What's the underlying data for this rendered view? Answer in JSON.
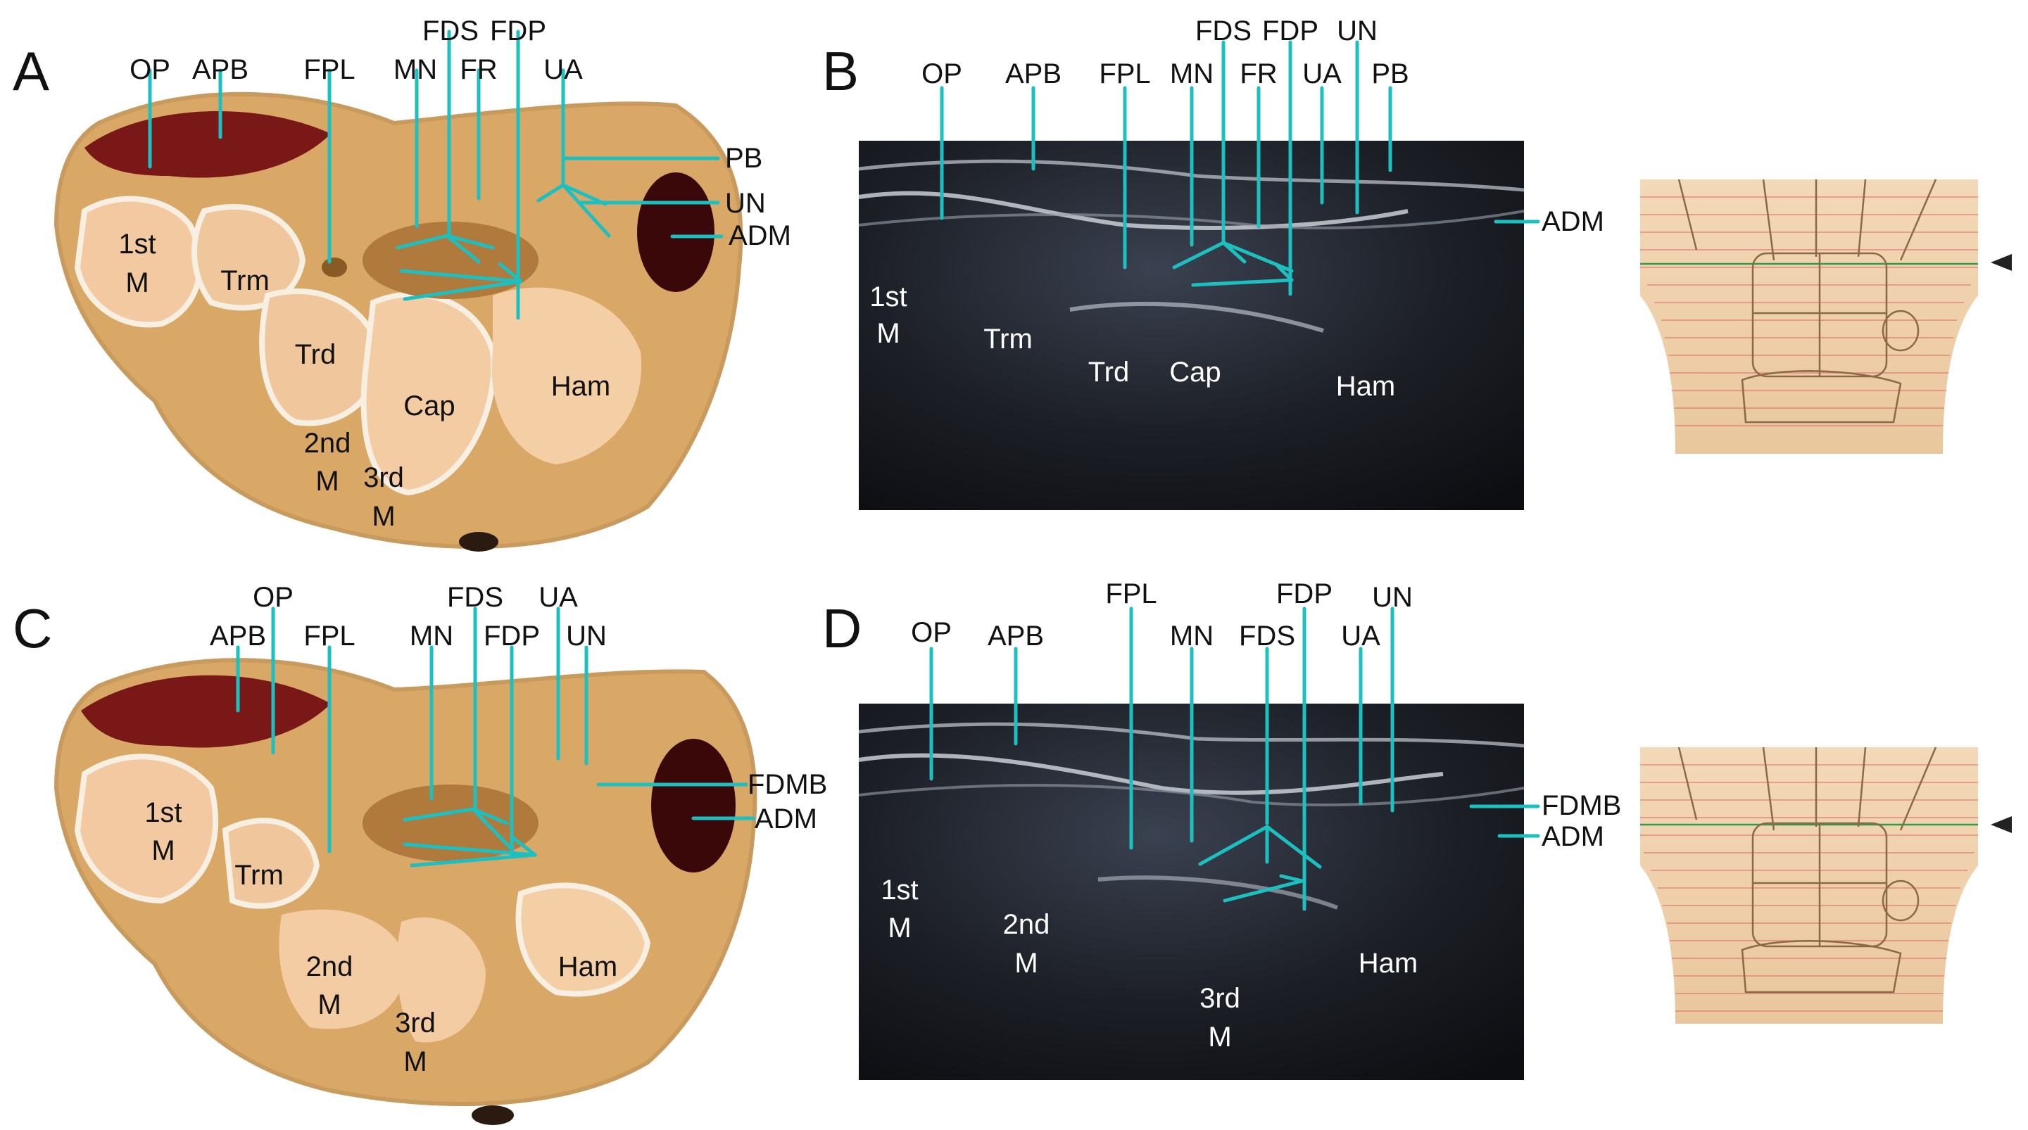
{
  "colors": {
    "leader": "#1cc0c0",
    "ultrasound_bg": "#15171c",
    "cadaver_tissue": "#e6c07a",
    "cadaver_bone": "#f2c9a0",
    "cadaver_muscle": "#7a1818",
    "text": "#111111"
  },
  "panels": {
    "A": {
      "letter": "A",
      "top_labels": {
        "op": "OP",
        "apb": "APB",
        "fpl": "FPL",
        "mn": "MN",
        "fds": "FDS",
        "fr": "FR",
        "fdp": "FDP",
        "ua": "UA"
      },
      "side_labels": {
        "pb": "PB",
        "un": "UN",
        "adm": "ADM"
      },
      "bones": {
        "first_m_1": "1st",
        "first_m_2": "M",
        "trm": "Trm",
        "trd": "Trd",
        "cap": "Cap",
        "ham": "Ham",
        "second_m_1": "2nd",
        "second_m_2": "M",
        "third_m_1": "3rd",
        "third_m_2": "M"
      }
    },
    "B": {
      "letter": "B",
      "top_labels": {
        "op": "OP",
        "apb": "APB",
        "fpl": "FPL",
        "mn": "MN",
        "fds": "FDS",
        "fr": "FR",
        "fdp": "FDP",
        "ua": "UA",
        "un": "UN",
        "pb": "PB"
      },
      "side_labels": {
        "adm": "ADM"
      },
      "bones": {
        "first_m_1": "1st",
        "first_m_2": "M",
        "trm": "Trm",
        "trd": "Trd",
        "cap": "Cap",
        "ham": "Ham"
      }
    },
    "C": {
      "letter": "C",
      "top_labels": {
        "op": "OP",
        "apb": "APB",
        "fpl": "FPL",
        "mn": "MN",
        "fds": "FDS",
        "fdp": "FDP",
        "ua": "UA",
        "un": "UN"
      },
      "side_labels": {
        "fdmb": "FDMB",
        "adm": "ADM"
      },
      "bones": {
        "first_m_1": "1st",
        "first_m_2": "M",
        "trm": "Trm",
        "second_m_1": "2nd",
        "second_m_2": "M",
        "third_m_1": "3rd",
        "third_m_2": "M",
        "ham": "Ham"
      }
    },
    "D": {
      "letter": "D",
      "top_labels": {
        "op": "OP",
        "apb": "APB",
        "fpl": "FPL",
        "mn": "MN",
        "fds": "FDS",
        "fdp": "FDP",
        "ua": "UA",
        "un": "UN"
      },
      "side_labels": {
        "fdmb": "FDMB",
        "adm": "ADM"
      },
      "bones": {
        "first_m_1": "1st",
        "first_m_2": "M",
        "second_m_1": "2nd",
        "second_m_2": "M",
        "third_m_1": "3rd",
        "third_m_2": "M",
        "ham": "Ham"
      }
    }
  }
}
